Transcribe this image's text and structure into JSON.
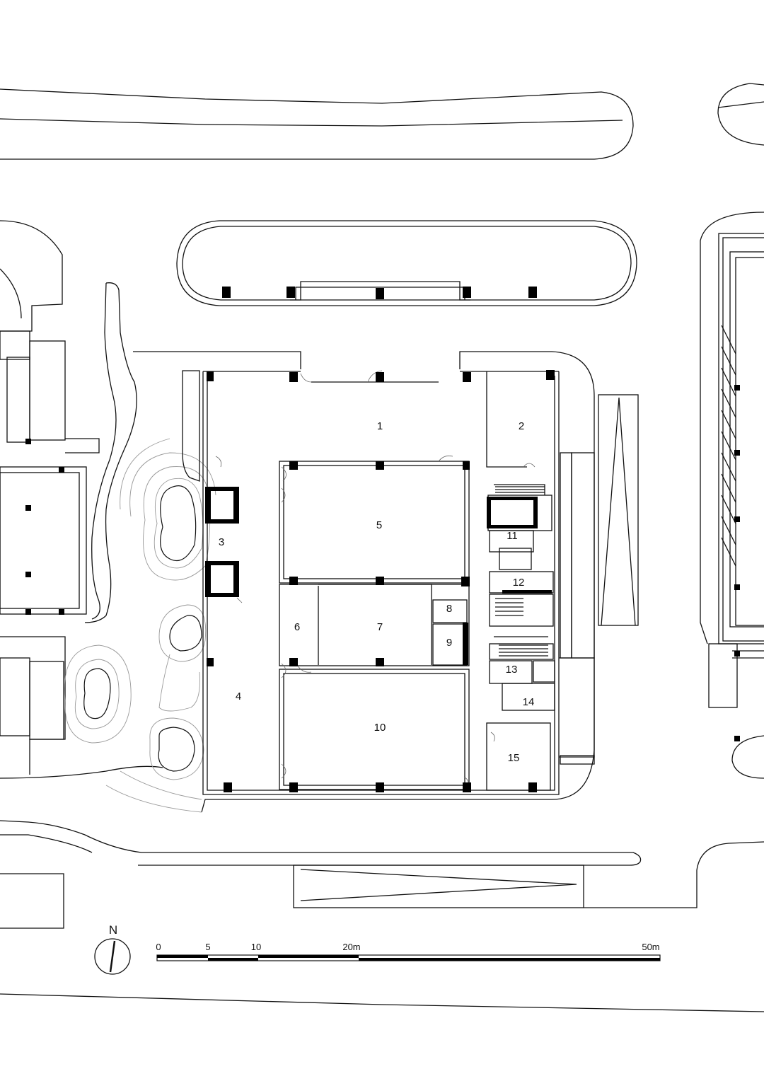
{
  "rooms": [
    {
      "label": "1"
    },
    {
      "label": "2"
    },
    {
      "label": "3"
    },
    {
      "label": "4"
    },
    {
      "label": "5"
    },
    {
      "label": "6"
    },
    {
      "label": "7"
    },
    {
      "label": "8"
    },
    {
      "label": "9"
    },
    {
      "label": "10"
    },
    {
      "label": "11"
    },
    {
      "label": "12"
    },
    {
      "label": "13"
    },
    {
      "label": "14"
    },
    {
      "label": "15"
    }
  ],
  "north_arrow": {
    "label": "N"
  },
  "scale_bar": {
    "ticks": [
      "0",
      "5",
      "10",
      "20m",
      "50m"
    ]
  },
  "colors": {
    "line": "#111111",
    "landscape": "#9a9a9a",
    "fill": "#000000",
    "background": "#ffffff"
  }
}
